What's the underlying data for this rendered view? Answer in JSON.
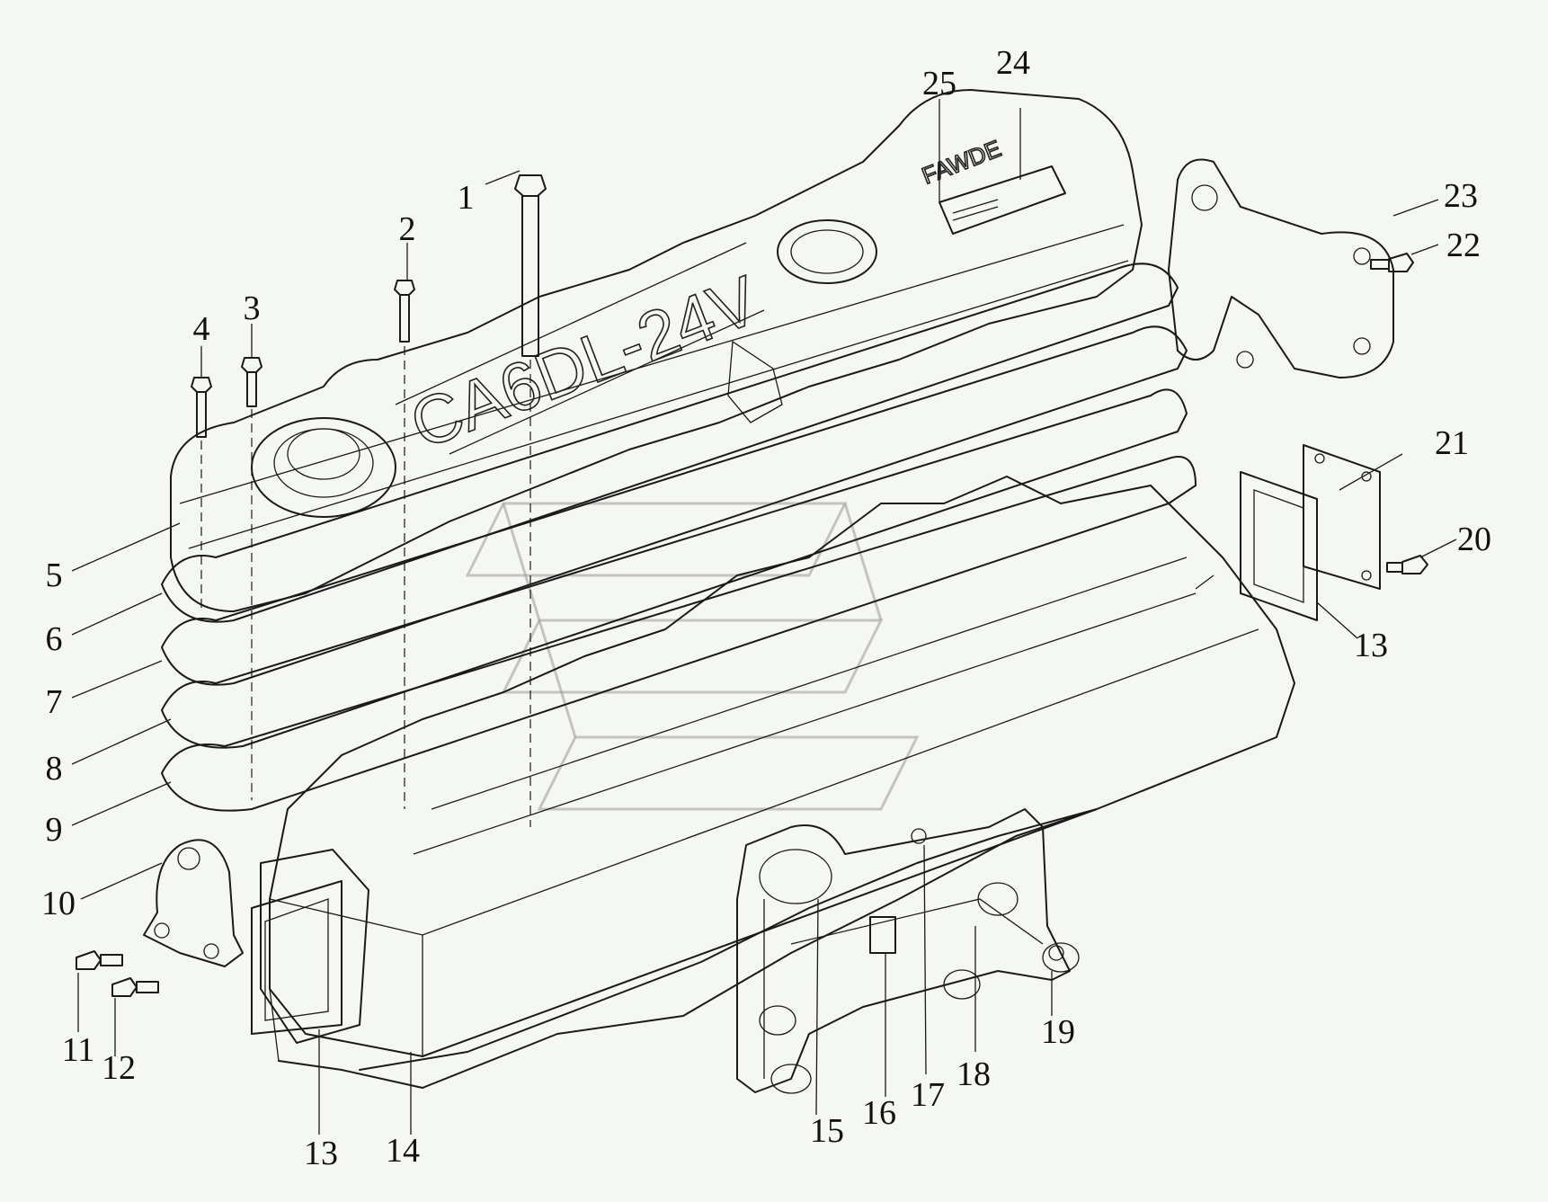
{
  "diagram": {
    "cover_text": "CA6DL-24V",
    "brand_text": "FAWDE"
  },
  "callouts": [
    {
      "id": "c1",
      "label": "1"
    },
    {
      "id": "c2",
      "label": "2"
    },
    {
      "id": "c3",
      "label": "3"
    },
    {
      "id": "c4",
      "label": "4"
    },
    {
      "id": "c5",
      "label": "5"
    },
    {
      "id": "c6",
      "label": "6"
    },
    {
      "id": "c7",
      "label": "7"
    },
    {
      "id": "c8",
      "label": "8"
    },
    {
      "id": "c9",
      "label": "9"
    },
    {
      "id": "c10",
      "label": "10"
    },
    {
      "id": "c11",
      "label": "11"
    },
    {
      "id": "c12",
      "label": "12"
    },
    {
      "id": "c13a",
      "label": "13"
    },
    {
      "id": "c13b",
      "label": "13"
    },
    {
      "id": "c14",
      "label": "14"
    },
    {
      "id": "c15",
      "label": "15"
    },
    {
      "id": "c16",
      "label": "16"
    },
    {
      "id": "c17",
      "label": "17"
    },
    {
      "id": "c18",
      "label": "18"
    },
    {
      "id": "c19",
      "label": "19"
    },
    {
      "id": "c20",
      "label": "20"
    },
    {
      "id": "c21",
      "label": "21"
    },
    {
      "id": "c22",
      "label": "22"
    },
    {
      "id": "c23",
      "label": "23"
    },
    {
      "id": "c24",
      "label": "24"
    },
    {
      "id": "c25",
      "label": "25"
    }
  ]
}
